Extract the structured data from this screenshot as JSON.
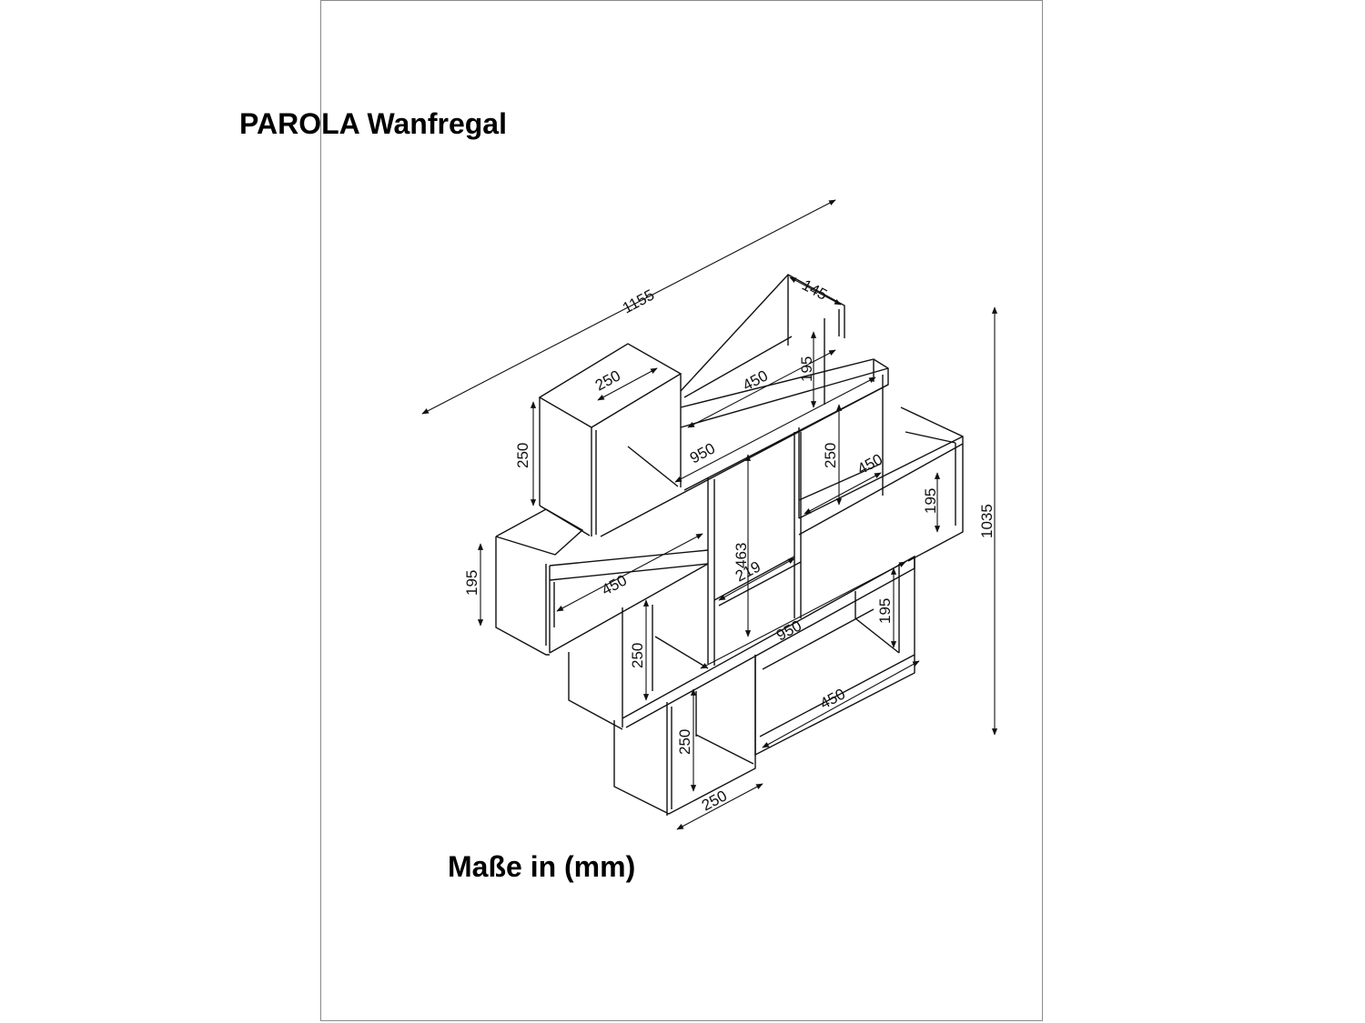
{
  "title": "PAROLA Wanfregal",
  "units_note": "Maße in (mm)",
  "dimensions": {
    "overall_width": "1155",
    "overall_height": "1035",
    "depth": "145",
    "top_shelf_height": "195",
    "top_shelf_length": "450",
    "top_box_width": "250",
    "top_box_height": "250",
    "long_shelf_upper": "950",
    "upper_right_height": "250",
    "upper_right_length": "450",
    "right_shelf_height": "195",
    "center_divider_height": "463",
    "center_divider_offset": "219",
    "left_shelf_height": "195",
    "left_shelf_length": "450",
    "long_shelf_lower": "950",
    "lower_left_height": "250",
    "lower_right_height": "195",
    "lower_right_length": "450",
    "bottom_box_height": "250",
    "bottom_box_width": "250"
  },
  "colors": {
    "line": "#111111",
    "frame": "#8a8a8a"
  }
}
